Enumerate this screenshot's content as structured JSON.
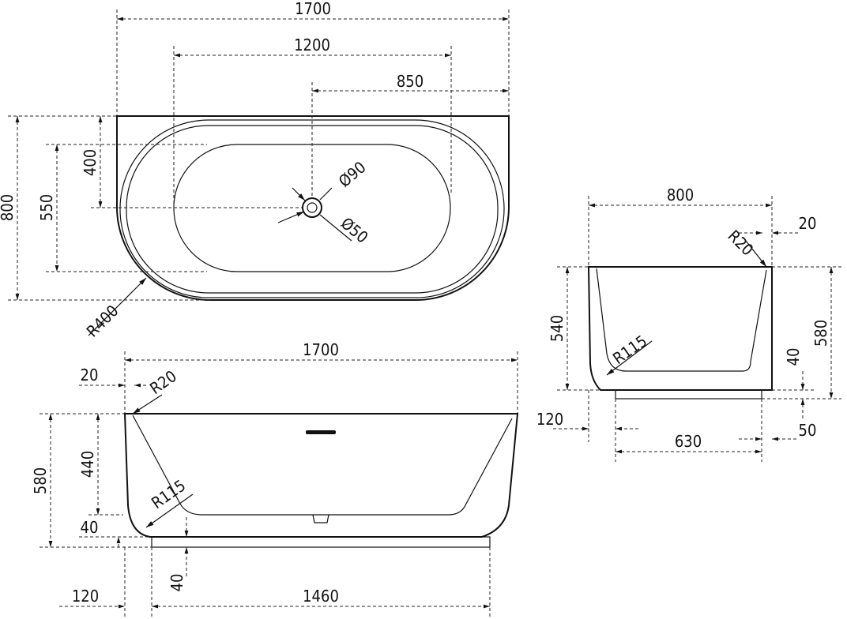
{
  "top_view": {
    "dim_total_length": "1700",
    "dim_inner_length": "1200",
    "dim_drain_offset": "850",
    "dim_total_width": "800",
    "dim_inner_width": "550",
    "dim_drain_depth": "400",
    "dim_drain_outer": "Ø90",
    "dim_drain_inner": "Ø50",
    "dim_radius": "R400"
  },
  "front_view": {
    "dim_total_length": "1700",
    "dim_edge": "20",
    "dim_edge_radius": "R20",
    "dim_total_height": "580",
    "dim_inner_depth": "440",
    "dim_inner_radius": "R115",
    "dim_plinth_height_left": "40",
    "dim_plinth_height_bottom": "40",
    "dim_plinth_offset": "120",
    "dim_plinth_length": "1460"
  },
  "side_view": {
    "dim_total_width": "800",
    "dim_edge": "20",
    "dim_edge_radius": "R20",
    "dim_inner_depth": "540",
    "dim_total_height": "580",
    "dim_inner_radius": "R115",
    "dim_plinth_height": "40",
    "dim_plinth_offset": "120",
    "dim_plinth_width": "630",
    "dim_plinth_side": "50"
  }
}
